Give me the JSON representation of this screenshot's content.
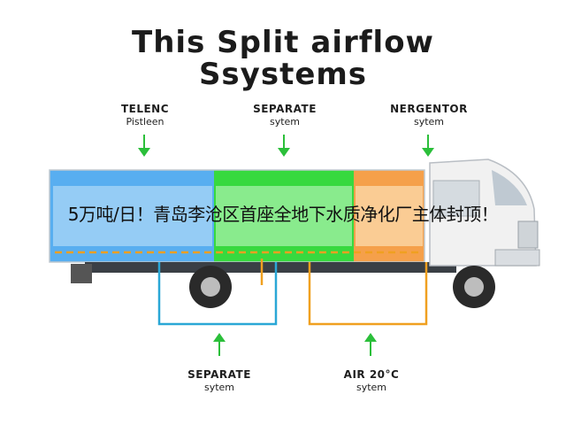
{
  "title": {
    "line1": "This Split airflow",
    "line2": "Ssystems"
  },
  "top_labels": [
    {
      "line1": "TELENC",
      "line2": "Pistleen"
    },
    {
      "line1": "SEPARATE",
      "line2": "sytem"
    },
    {
      "line1": "NERGENTOR",
      "line2": "sytem"
    }
  ],
  "bottom_labels": [
    {
      "line1": "SEPARATE",
      "line2": "sytem"
    },
    {
      "line1": "AIR 20°C",
      "line2": "sytem"
    }
  ],
  "overlay_text": "5万吨/日！青岛李沧区首座全地下水质净化厂主体封顶！",
  "colors": {
    "zone_blue": "#58aef0",
    "zone_green": "#37d93f",
    "zone_orange": "#f5a04a",
    "arrow_green": "#2bbf3a",
    "duct_blue": "#2aa7d6",
    "duct_orange": "#f0a020",
    "cab": "#f1f1f1"
  },
  "icons": [
    "down-arrow-icon",
    "up-arrow-icon",
    "truck-icon"
  ]
}
